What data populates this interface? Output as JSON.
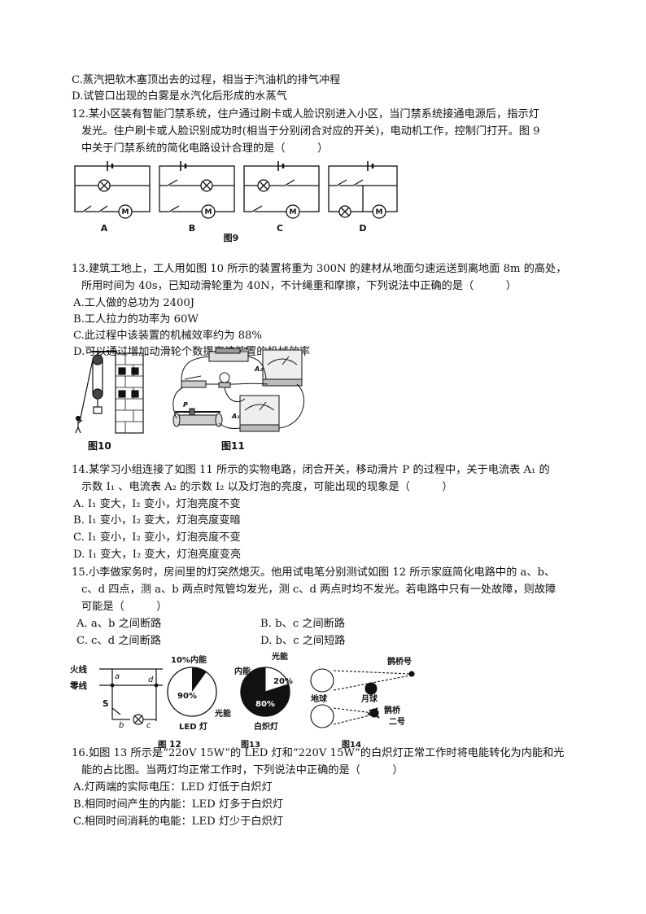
{
  "q11": {
    "optC": "C.蒸汽把软木塞顶出去的过程，相当于汽油机的排气冲程",
    "optD": "D.试管口出现的白雾是水汽化后形成的水蒸气"
  },
  "q12": {
    "line1": "12.某小区装有智能门禁系统，住户通过刷卡或人脸识别进入小区，当门禁系统接通电源后，指示灯",
    "line2": "发光。住户刷卡或人脸识别成功时(相当于分别闭合对应的开关)，电动机工作，控制门打开。图 9",
    "line3": "中关于门禁系统的简化电路设计合理的是（　　　）",
    "labels": [
      "A",
      "B",
      "C",
      "D"
    ],
    "motor": "M",
    "caption": "图9"
  },
  "q13": {
    "line1": "13.建筑工地上，工人用如图 10 所示的装置将重为 300N 的建材从地面匀速运送到离地面 8m 的高处，",
    "line2": "所用时间为 40s，已知动滑轮重为 40N，不计绳重和摩擦，下列说法中正确的是（　　　）",
    "optA": "A.工人做的总功为 2400J",
    "optB": "B.工人拉力的功率为 60W",
    "optC": "C.此过程中该装置的机械效率约为 88%",
    "optD": "D.可以通过增加动滑轮个数提高该装置的机械效率",
    "cap10": "图10",
    "cap11": "图11",
    "fig11": {
      "a2": "A₂",
      "a1": "A₁",
      "p": "P",
      "minus": "-",
      "plus": "+"
    }
  },
  "q14": {
    "line1": "14.某学习小组连接了如图 11 所示的实物电路，闭合开关，移动滑片 P 的过程中，关于电流表 A₁ 的",
    "line2": "示数 I₁ 、电流表 A₂ 的示数 I₂ 以及灯泡的亮度，可能出现的现象是（　　　）",
    "optA": "A.  I₁ 变大，I₂ 变小，灯泡亮度不变",
    "optB": "B.  I₁ 变小，I₂ 变大，灯泡亮度变暗",
    "optC": "C.  I₁ 变小，I₂ 变小，灯泡亮度不变",
    "optD": "D.  I₁ 变大，I₂ 变大，灯泡亮度变亮"
  },
  "q15": {
    "line1": "15.小李做家务时，房间里的灯突然熄灭。他用试电笔分别测试如图 12 所示家庭简化电路中的 a、b、",
    "line2": "c、d 四点，测 a、b 两点时氖管均发光，测 c、d 两点时均不发光。若电路中只有一处故障，则故障",
    "line3": "可能是（　　　）",
    "optA": "A.  a、b 之间断路",
    "optB": "B.  b、c 之间断路",
    "optC": "C.  c、d 之间断路",
    "optD": "D.  b、c 之间短路"
  },
  "figs": {
    "fire": "火线",
    "zero": "零线",
    "a": "a",
    "b": "b",
    "c": "c",
    "d": "d",
    "s": "S",
    "cap12": "图 12",
    "cap13": "图13",
    "cap14": "图14",
    "led": {
      "pct_small": "10%",
      "inner": "内能",
      "pct_big": "90%",
      "light": "光能",
      "name": "LED 灯"
    },
    "inc": {
      "light": "光能",
      "inner": "内能",
      "pct_small": "20%",
      "pct_big": "80%",
      "name": "白炽灯"
    },
    "space": {
      "earth": "地球",
      "moon": "月球",
      "que1": "鹊桥号",
      "que2a": "鹊桥",
      "que2b": "二号"
    }
  },
  "q16": {
    "line1": "16.如图 13 所示是“220V 15W”的 LED 灯和“220V 15W”的白炽灯正常工作时将电能转化为内能和光",
    "line2": "能的占比图。当两灯均正常工作时，下列说法中正确的是（　　　）",
    "optA": "A.灯两端的实际电压：LED 灯低于白炽灯",
    "optB": "B.相同时间产生的内能：LED 灯多于白炽灯",
    "optC": "C.相同时间消耗的电能：LED 灯少于白炽灯"
  }
}
